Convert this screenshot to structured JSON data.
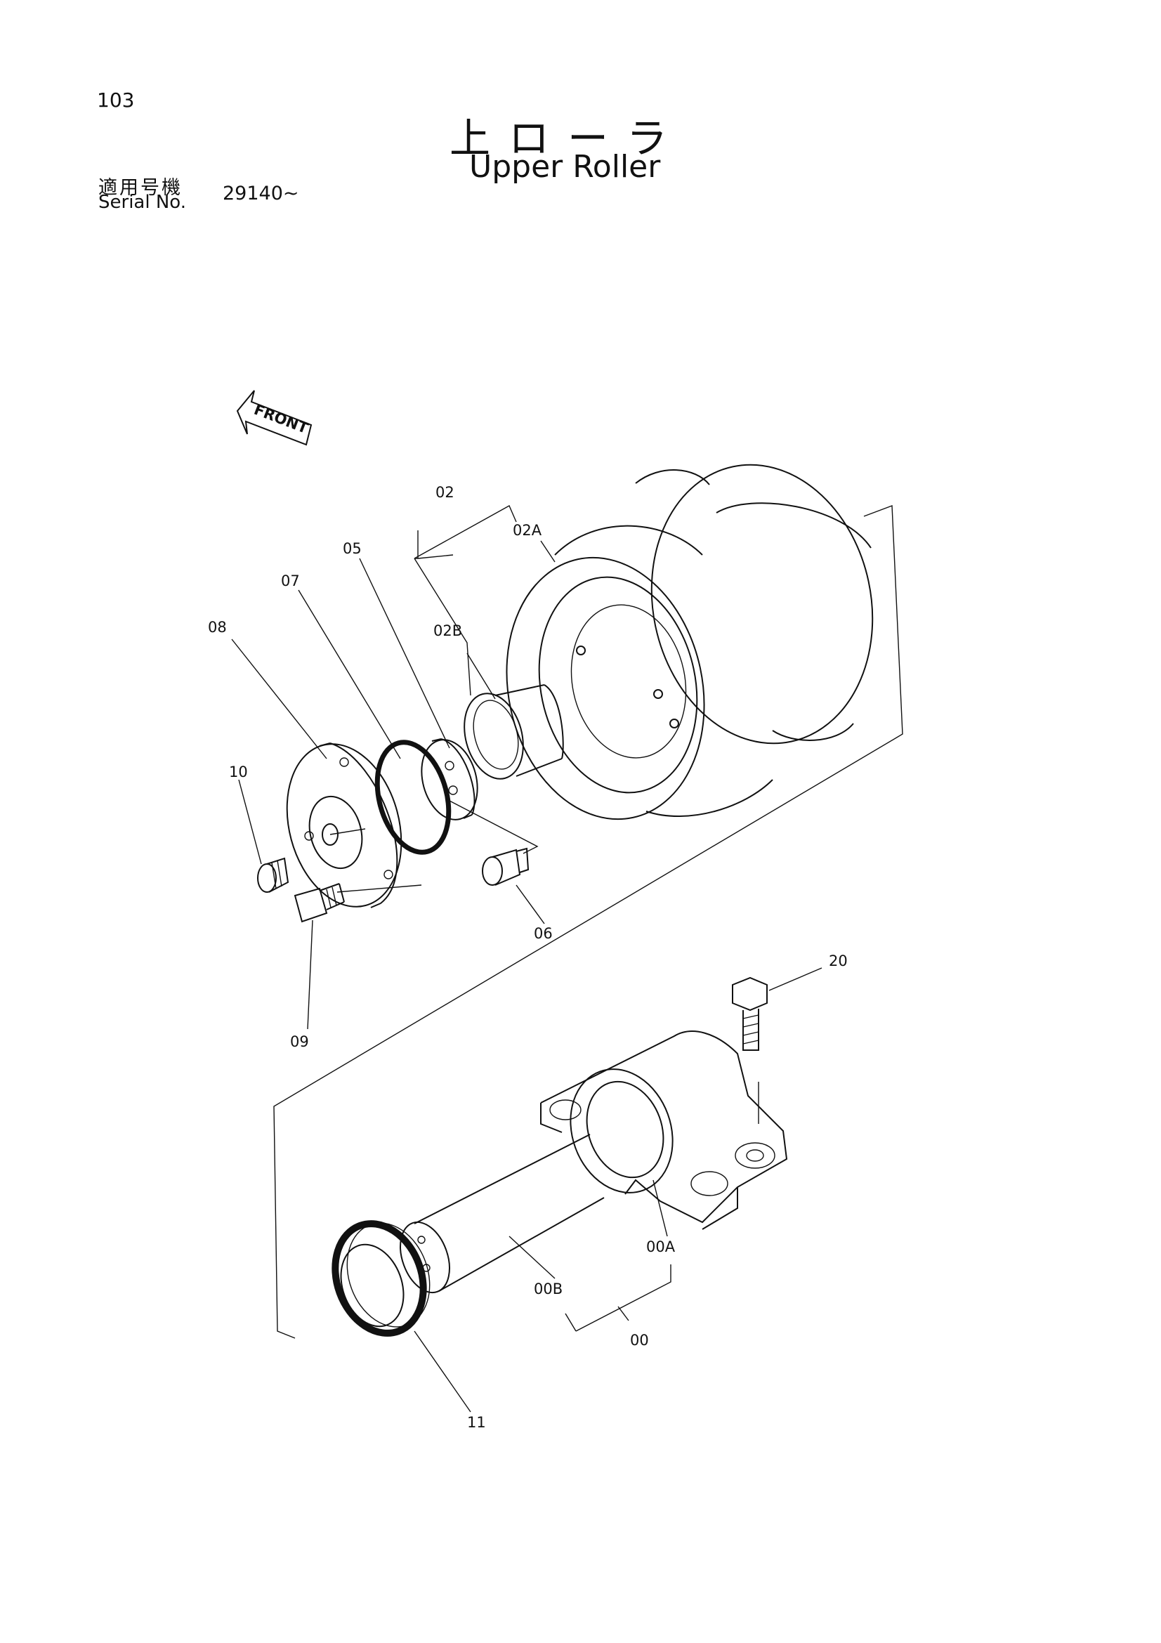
{
  "page_number": "103",
  "title_jp": "上ローラ",
  "title_en": "Upper Roller",
  "serial": {
    "label_jp": "適用号機",
    "label_en": "Serial No.",
    "value": "29140~"
  },
  "front_indicator": "FRONT",
  "callouts": [
    "02",
    "02A",
    "02B",
    "05",
    "07",
    "08",
    "10",
    "06",
    "09",
    "20",
    "00A",
    "00B",
    "00",
    "11"
  ]
}
